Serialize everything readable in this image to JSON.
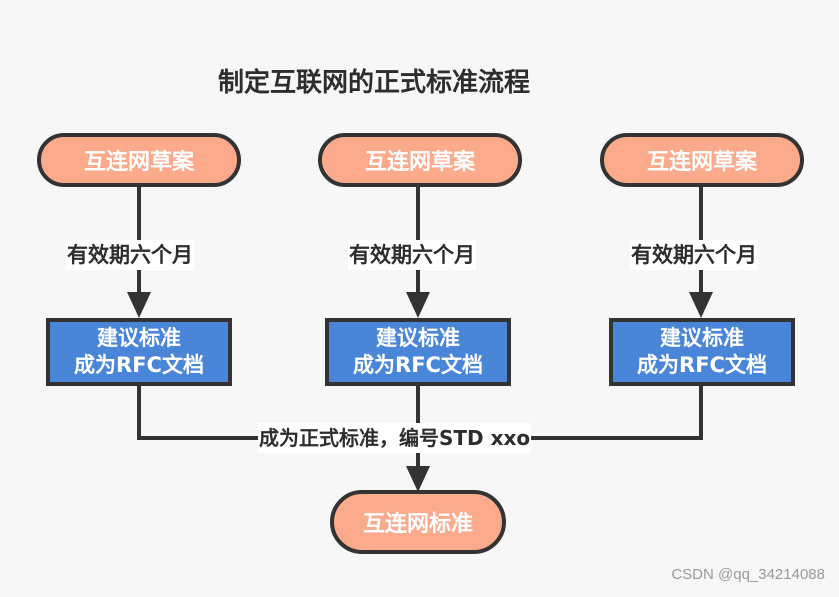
{
  "title": "制定互联网的正式标准流程",
  "columns": [
    {
      "draft": "互连网草案",
      "edge_label": "有效期六个月",
      "proposal_line1": "建议标准",
      "proposal_line2": "成为RFC文档"
    },
    {
      "draft": "互连网草案",
      "edge_label": "有效期六个月",
      "proposal_line1": "建议标准",
      "proposal_line2": "成为RFC文档"
    },
    {
      "draft": "互连网草案",
      "edge_label": "有效期六个月",
      "proposal_line1": "建议标准",
      "proposal_line2": "成为RFC文档"
    }
  ],
  "merge_label": "成为正式标准，编号STD xxo",
  "final_node": "互连网标准",
  "watermark": "CSDN @qq_34214088",
  "colors": {
    "draft_fill": "#fcaa8c",
    "proposal_fill": "#4a86d8",
    "stroke": "#333333",
    "background": "#f7f7f7"
  }
}
